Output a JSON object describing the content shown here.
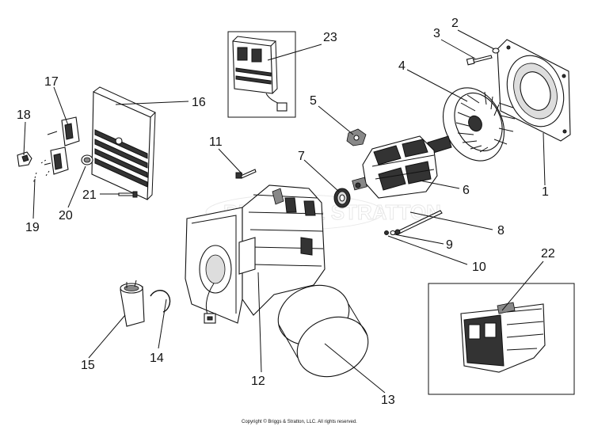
{
  "callouts": {
    "c1": "1",
    "c2": "2",
    "c3": "3",
    "c4": "4",
    "c5": "5",
    "c6": "6",
    "c7": "7",
    "c8": "8",
    "c9": "9",
    "c10": "10",
    "c11": "11",
    "c12": "12",
    "c13": "13",
    "c14": "14",
    "c15": "15",
    "c16": "16",
    "c17": "17",
    "c18": "18",
    "c19": "19",
    "c20": "20",
    "c21": "21",
    "c22": "22",
    "c23": "23"
  },
  "watermark": "BRIGGS & STRATTON",
  "copyright": "Copyright © Briggs & Stratton, LLC. All rights reserved.",
  "colors": {
    "line": "#111111",
    "shade": "#888888",
    "background": "#ffffff"
  }
}
